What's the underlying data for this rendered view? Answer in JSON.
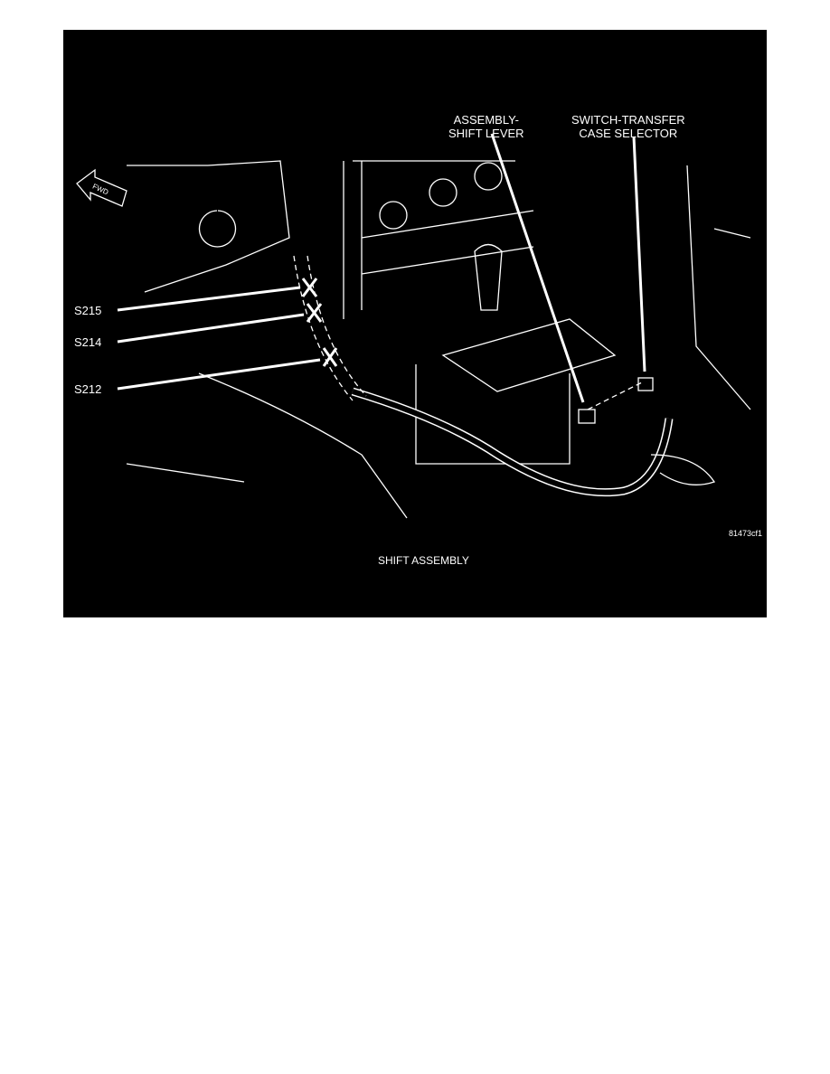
{
  "figure": {
    "caption": "SHIFT ASSEMBLY",
    "figure_code": "81473cf1",
    "fwd_label": "FWD",
    "callouts": {
      "shift_lever": [
        "ASSEMBLY-",
        "SHIFT LEVER"
      ],
      "transfer_switch": [
        "SWITCH-TRANSFER",
        "CASE SELECTOR"
      ],
      "s215": "S215",
      "s214": "S214",
      "s212": "S212"
    }
  }
}
